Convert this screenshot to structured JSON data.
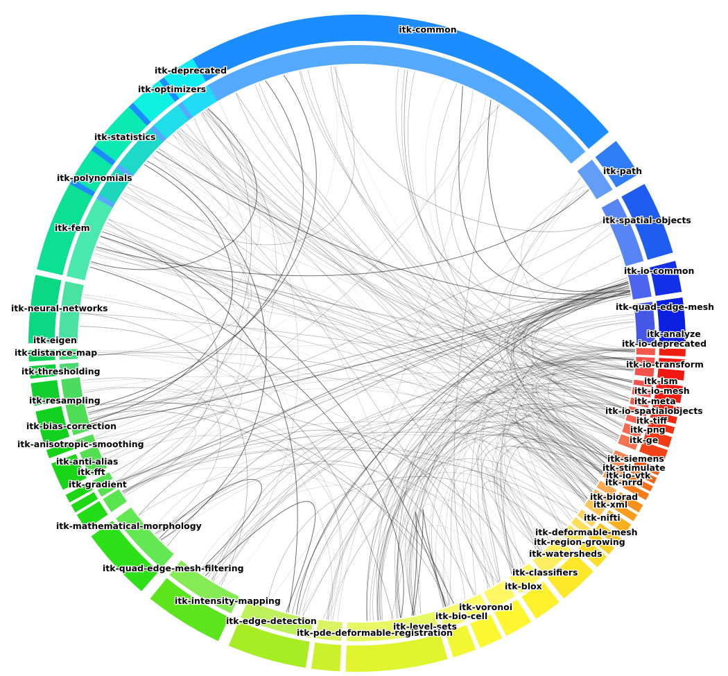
{
  "diagram": {
    "type": "chord-dependency-graph",
    "modules": [
      {
        "name": "itk-common",
        "color": "#1c8cff"
      },
      {
        "name": "itk-path",
        "color": "#2f7cf5"
      },
      {
        "name": "itk-spatial-objects",
        "color": "#1f5df0"
      },
      {
        "name": "itk-io-common",
        "color": "#1230e8"
      },
      {
        "name": "itk-quad-edge-mesh",
        "color": "#0a1fe0"
      },
      {
        "name": "itk-analyze",
        "color": "#f02010"
      },
      {
        "name": "itk-io-deprecated",
        "color": "#f01a10"
      },
      {
        "name": "itk-io-transform",
        "color": "#f01810"
      },
      {
        "name": "itk-lsm",
        "color": "#f01810"
      },
      {
        "name": "itk-io-mesh",
        "color": "#f01c10"
      },
      {
        "name": "itk-meta",
        "color": "#f02212"
      },
      {
        "name": "itk-io-spatialobjects",
        "color": "#f02814"
      },
      {
        "name": "itk-tiff",
        "color": "#f03014"
      },
      {
        "name": "itk-png",
        "color": "#f03a16"
      },
      {
        "name": "itk-ge",
        "color": "#f04418"
      },
      {
        "name": "itk-siemens",
        "color": "#f05818"
      },
      {
        "name": "itk-stimulate",
        "color": "#f26418"
      },
      {
        "name": "itk-io-vtk",
        "color": "#f47018"
      },
      {
        "name": "itk-nrrd",
        "color": "#f67c1a"
      },
      {
        "name": "itk-biorad",
        "color": "#f8901c"
      },
      {
        "name": "itk-xml",
        "color": "#fa9c1e"
      },
      {
        "name": "itk-nifti",
        "color": "#fcb020"
      },
      {
        "name": "itk-deformable-mesh",
        "color": "#fdc424"
      },
      {
        "name": "itk-region-growing",
        "color": "#fdd026"
      },
      {
        "name": "itk-watersheds",
        "color": "#fede28"
      },
      {
        "name": "itk-classifiers",
        "color": "#ffe82a"
      },
      {
        "name": "itk-blox",
        "color": "#fff02c"
      },
      {
        "name": "itk-voronoi",
        "color": "#fff530"
      },
      {
        "name": "itk-bio-cell",
        "color": "#fbf832"
      },
      {
        "name": "itk-level-sets",
        "color": "#f2f734"
      },
      {
        "name": "itk-pde-deformable-registration",
        "color": "#e0f430"
      },
      {
        "name": "itk-edge-detection",
        "color": "#cdf02c"
      },
      {
        "name": "itk-intensity-mapping",
        "color": "#a8ec24"
      },
      {
        "name": "itk-quad-edge-mesh-filtering",
        "color": "#5ce41c"
      },
      {
        "name": "itk-mathematical-morphology",
        "color": "#2ee018"
      },
      {
        "name": "itk-gradient",
        "color": "#22dc16"
      },
      {
        "name": "itk-fft",
        "color": "#1ed816"
      },
      {
        "name": "itk-anti-alias",
        "color": "#1cd616"
      },
      {
        "name": "itk-anisotropic-smoothing",
        "color": "#1ad418"
      },
      {
        "name": "itk-bias-correction",
        "color": "#18d21a"
      },
      {
        "name": "itk-resampling",
        "color": "#14d01e"
      },
      {
        "name": "itk-thresholding",
        "color": "#10ce2c"
      },
      {
        "name": "itk-distance-map",
        "color": "#0ecc40"
      },
      {
        "name": "itk-eigen",
        "color": "#0cd05a"
      },
      {
        "name": "itk-neural-networks",
        "color": "#0cd884"
      },
      {
        "name": "itk-fem",
        "color": "#0ce094"
      },
      {
        "name": "itk-polynomials",
        "color": "#0ce6a4"
      },
      {
        "name": "itk-statistics",
        "color": "#0ceab4"
      },
      {
        "name": "itk-optimizers",
        "color": "#0ef0e0"
      },
      {
        "name": "itk-deprecated",
        "color": "#10eef4"
      }
    ],
    "edge_color": "#222222"
  }
}
